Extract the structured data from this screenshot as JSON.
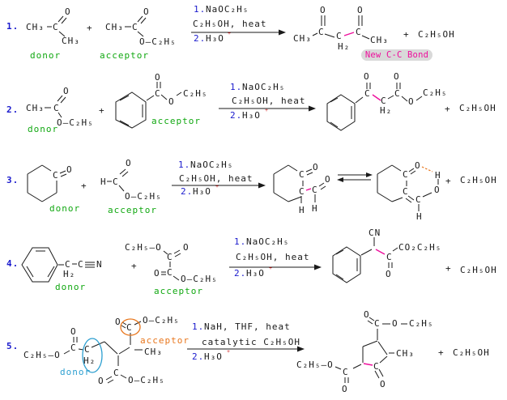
{
  "colors": {
    "blue": "#1a1acd",
    "red": "#cc1111",
    "green": "#11a811",
    "magenta": "#ee0e9c",
    "orange": "#e8761c",
    "cyan": "#2d9fd0",
    "badge-bg": "#d9d9d9",
    "bond": "#1a1a1a"
  },
  "numbers": [
    "1.",
    "2.",
    "3.",
    "4.",
    "5."
  ],
  "sym": {
    "ch3": "CH₃",
    "c": "C",
    "o": "O",
    "h": "H",
    "h2": "H₂",
    "n": "N",
    "cn": "CN",
    "c2h5": "C₂H₅",
    "c2h5oh": "C₂H₅OH",
    "co2c2h5": "CO₂C₂H₅",
    "o_c2h5": "O–C₂H₅",
    "c2h5_o": "C₂H₅–O",
    "h3o": "H₃O",
    "sup_plus": "⁺",
    "plus": "+"
  },
  "steps": {
    "one": "1.",
    "two": "2.",
    "naoc2h5": "NaOC₂H₅",
    "etoh_heat": "C₂H₅OH, heat",
    "nah_thf": "NaH, THF, heat",
    "catalytic": "catalytic C₂H₅OH"
  },
  "labels": {
    "donor": "donor",
    "acceptor": "acceptor",
    "new_bond": "New C-C Bond"
  }
}
